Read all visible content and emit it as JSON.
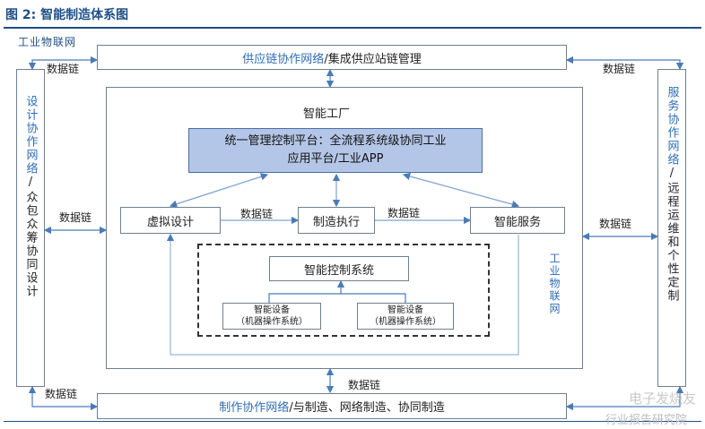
{
  "figure": {
    "title": "图 2: 智能制造体系图"
  },
  "labels": {
    "iot_top": "工业物联网",
    "iot_right": "工业物联网",
    "supply_chain": "供应链协作网络",
    "supply_chain_rest": "/集成供应站链管理",
    "design_network": "设计协作网络",
    "design_rest": "/众包众筹协同设计",
    "service_network": "服务协作网络",
    "service_rest": "/远程运维和个性定制",
    "manufacturing_network": "制作协作网络",
    "manufacturing_rest": "/与制造、网络制造、协同制造",
    "factory": "智能工厂",
    "platform_line1": "统一管理控制平台：全流程系统级协同工业",
    "platform_line2": "应用平台/工业APP",
    "virtual_design": "虚拟设计",
    "manufacturing_exec": "制造执行",
    "smart_service": "智能服务",
    "smart_control": "智能控制系统",
    "device_left_line1": "智能设备",
    "device_left_line2": "（机器操作系统）",
    "device_right_line1": "智能设备",
    "device_right_line2": "（机器操作系统）",
    "data_chain": "数据链"
  },
  "watermark": {
    "line1": "电子发烧友",
    "line2": "行业报告研究院"
  },
  "colors": {
    "accent": "#1e4f86",
    "link_blue": "#2f6db5",
    "platform_fill": "#b4c6e7",
    "arrow": "#7ea2cc"
  }
}
